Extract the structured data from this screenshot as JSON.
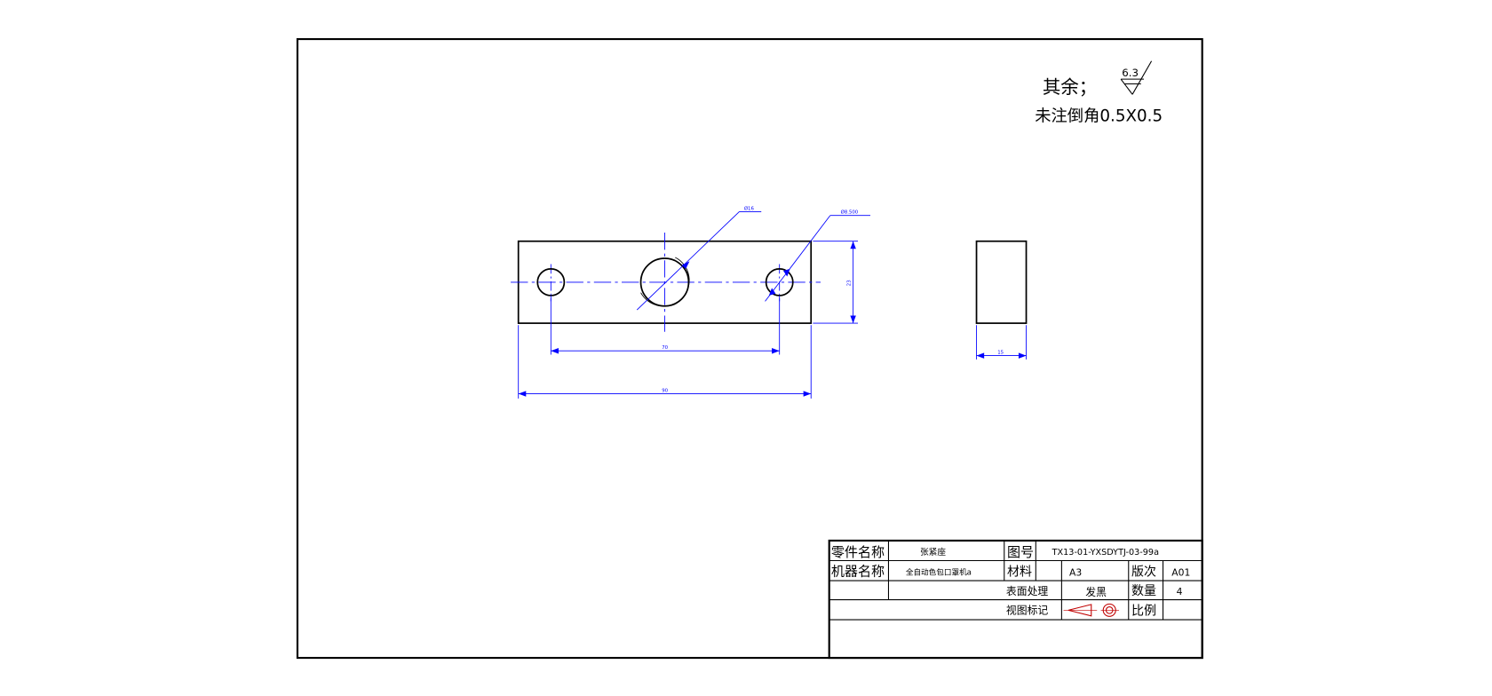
{
  "notes": {
    "roughness_prefix": "其余；",
    "roughness_value": "6.3",
    "chamfer_note": "未注倒角0.5X0.5"
  },
  "dimensions": {
    "center_hole_dia": "Ø16",
    "side_hole_dia": "Ø8.500",
    "height": "23",
    "hole_spacing": "70",
    "total_length": "90",
    "thickness": "15"
  },
  "title_block": {
    "part_name_label": "零件名称",
    "part_name": "张紧座",
    "drawing_no_label": "图号",
    "drawing_no": "TX13-01-YXSDYTJ-03-99a",
    "machine_name_label": "机器名称",
    "machine_name": "全自动色包口罩机a",
    "material_label": "材料",
    "material": "A3",
    "revision_label": "版次",
    "revision": "A01",
    "surface_treatment_label": "表面处理",
    "surface_treatment": "发黑",
    "quantity_label": "数量",
    "quantity": "4",
    "view_mark_label": "视图标记",
    "scale_label": "比例",
    "scale": ""
  }
}
